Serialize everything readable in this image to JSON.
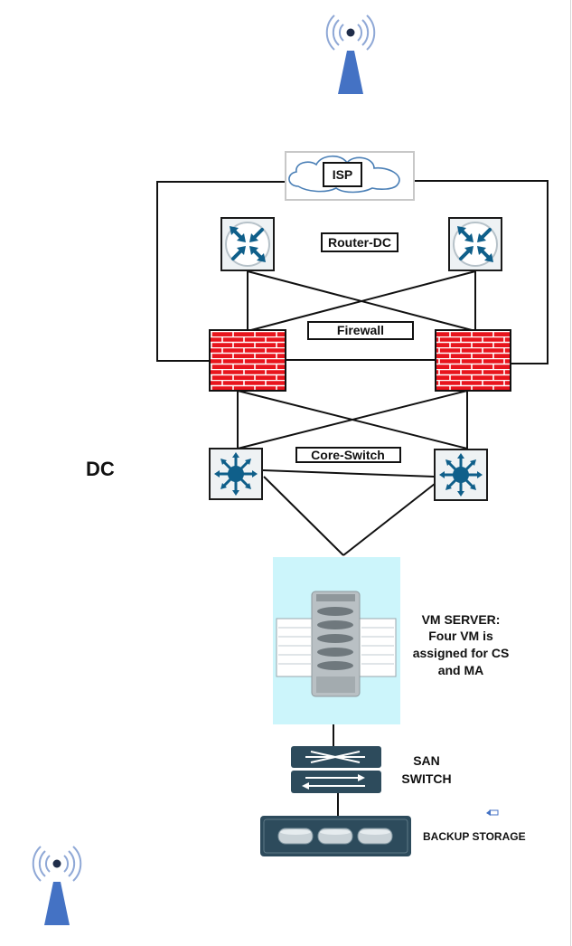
{
  "labels": {
    "isp": "ISP",
    "router": "Router-DC",
    "firewall": "Firewall",
    "core_switch": "Core-Switch",
    "dc": "DC",
    "vm_server": [
      "VM SERVER:",
      "Four VM is",
      "assigned for CS",
      "and MA"
    ],
    "san_switch": [
      "SAN",
      "SWITCH"
    ],
    "backup_storage": "BACKUP STORAGE"
  },
  "colors": {
    "antenna": "#4472c4",
    "router_fill": "#0f5f8a",
    "firewall_red": "#e8141c",
    "server_bg": "#ccf5fb",
    "cloud_stroke": "#4a7fb6"
  },
  "icons": [
    "antenna-icon",
    "cloud-icon",
    "router-icon",
    "firewall-icon",
    "layer3-switch-icon",
    "server-rack-icon",
    "san-switch-icon",
    "storage-array-icon"
  ]
}
